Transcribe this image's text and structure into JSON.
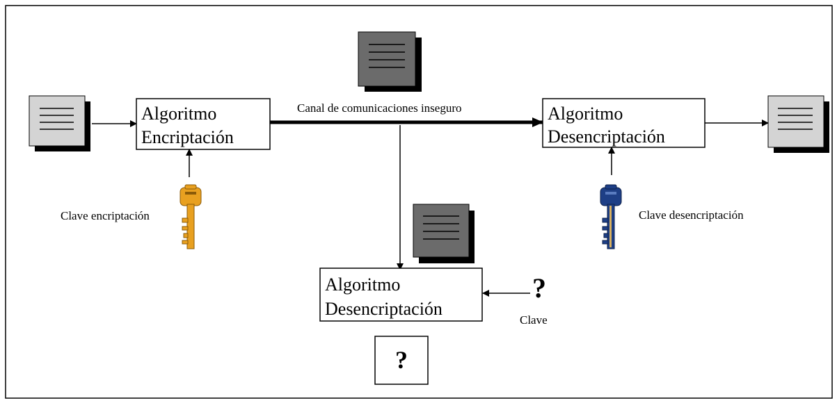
{
  "channel_label": "Canal de comunicaciones inseguro",
  "encrypt_box": {
    "line1": "Algoritmo",
    "line2": "Encriptación"
  },
  "decrypt_box": {
    "line1": "Algoritmo",
    "line2": "Desencriptación"
  },
  "attacker_box": {
    "line1": "Algoritmo",
    "line2": "Desencriptación"
  },
  "encrypt_key_label": "Clave encriptación",
  "decrypt_key_label": "Clave desencriptación",
  "unknown_key_label": "Clave",
  "unknown_key_mark": "?",
  "unknown_result_mark": "?",
  "colors": {
    "plain_doc": "#d4d4d4",
    "cipher_doc": "#6b6b6b",
    "encrypt_key": "#e8a020",
    "decrypt_key": "#1e3f86"
  },
  "icons": {
    "plaintext_doc": "document-icon",
    "ciphertext_doc": "document-icon",
    "encrypt_key": "key-icon",
    "decrypt_key": "key-icon"
  }
}
